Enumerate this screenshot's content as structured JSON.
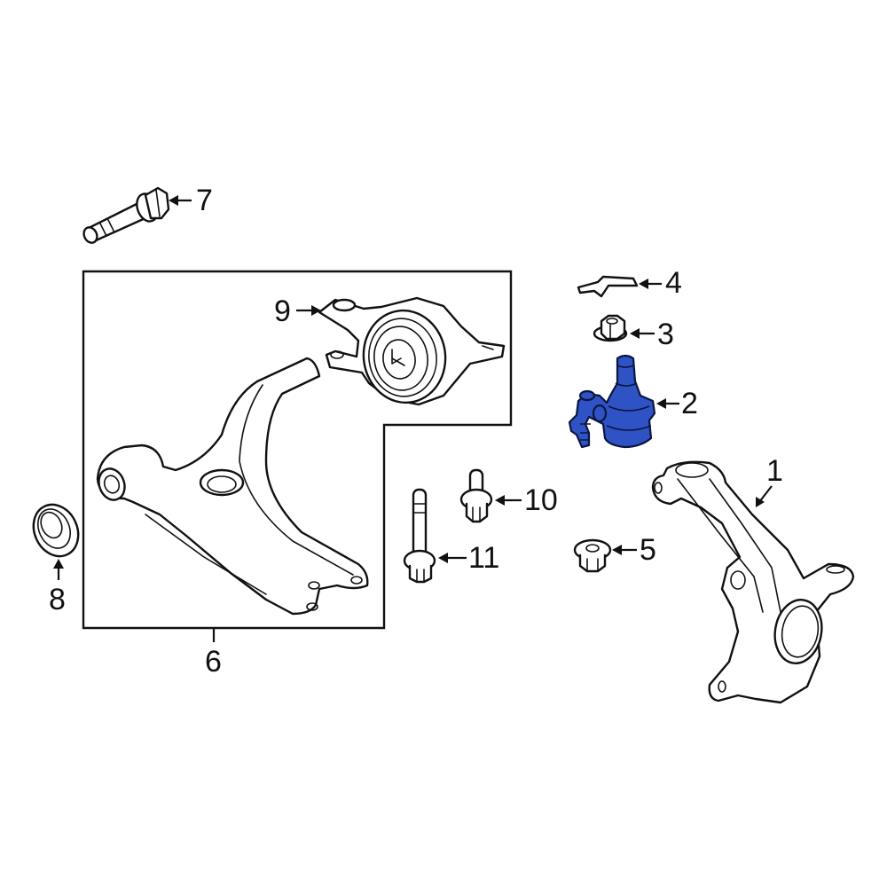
{
  "diagram": {
    "type": "exploded parts diagram",
    "subject": "Front suspension - lower control arm, steering knuckle, ball joint",
    "highlight_color": "#2f52c4",
    "line_color": "#111111",
    "background": "#ffffff",
    "group_box": {
      "label": "6",
      "contains": [
        "9"
      ]
    }
  },
  "callouts": [
    {
      "id": "1",
      "label": "1",
      "part": "steering-knuckle"
    },
    {
      "id": "2",
      "label": "2",
      "part": "ball-joint",
      "highlighted": true
    },
    {
      "id": "3",
      "label": "3",
      "part": "nut"
    },
    {
      "id": "4",
      "label": "4",
      "part": "cotter-pin-clip"
    },
    {
      "id": "5",
      "label": "5",
      "part": "flange-nut"
    },
    {
      "id": "6",
      "label": "6",
      "part": "lower-control-arm-assembly"
    },
    {
      "id": "7",
      "label": "7",
      "part": "flange-bolt"
    },
    {
      "id": "8",
      "label": "8",
      "part": "dust-seal"
    },
    {
      "id": "9",
      "label": "9",
      "part": "rear-bushing"
    },
    {
      "id": "10",
      "label": "10",
      "part": "flange-bolt-short"
    },
    {
      "id": "11",
      "label": "11",
      "part": "flange-bolt-long"
    }
  ]
}
